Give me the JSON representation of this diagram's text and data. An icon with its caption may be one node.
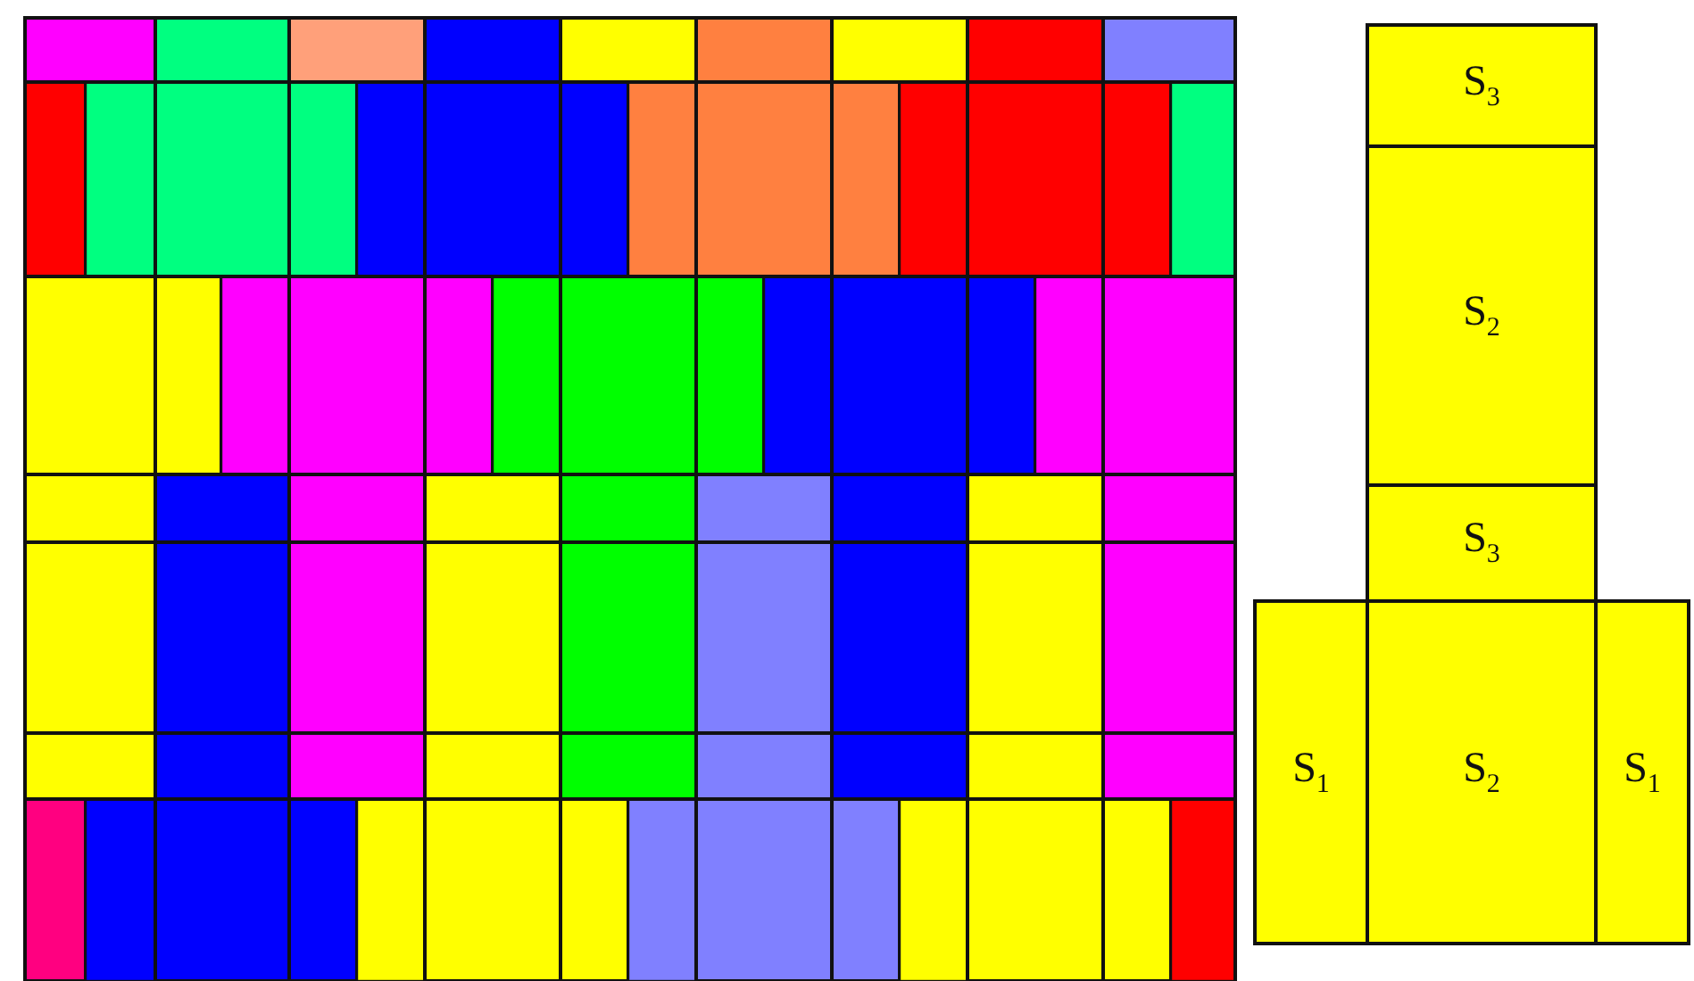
{
  "diagram": {
    "nodes": [
      {
        "text": [
          "S$_{3}$"
        ]
      },
      {
        "text": [
          "S$_{2}$"
        ]
      },
      {
        "text": [
          "S$_{3}$"
        ]
      },
      {
        "text": [
          "S$_{1}$"
        ]
      },
      {
        "text": [
          "S$_{2}$"
        ]
      },
      {
        "text": [
          "S$_{1}$"
        ]
      }
    ]
  }
}
